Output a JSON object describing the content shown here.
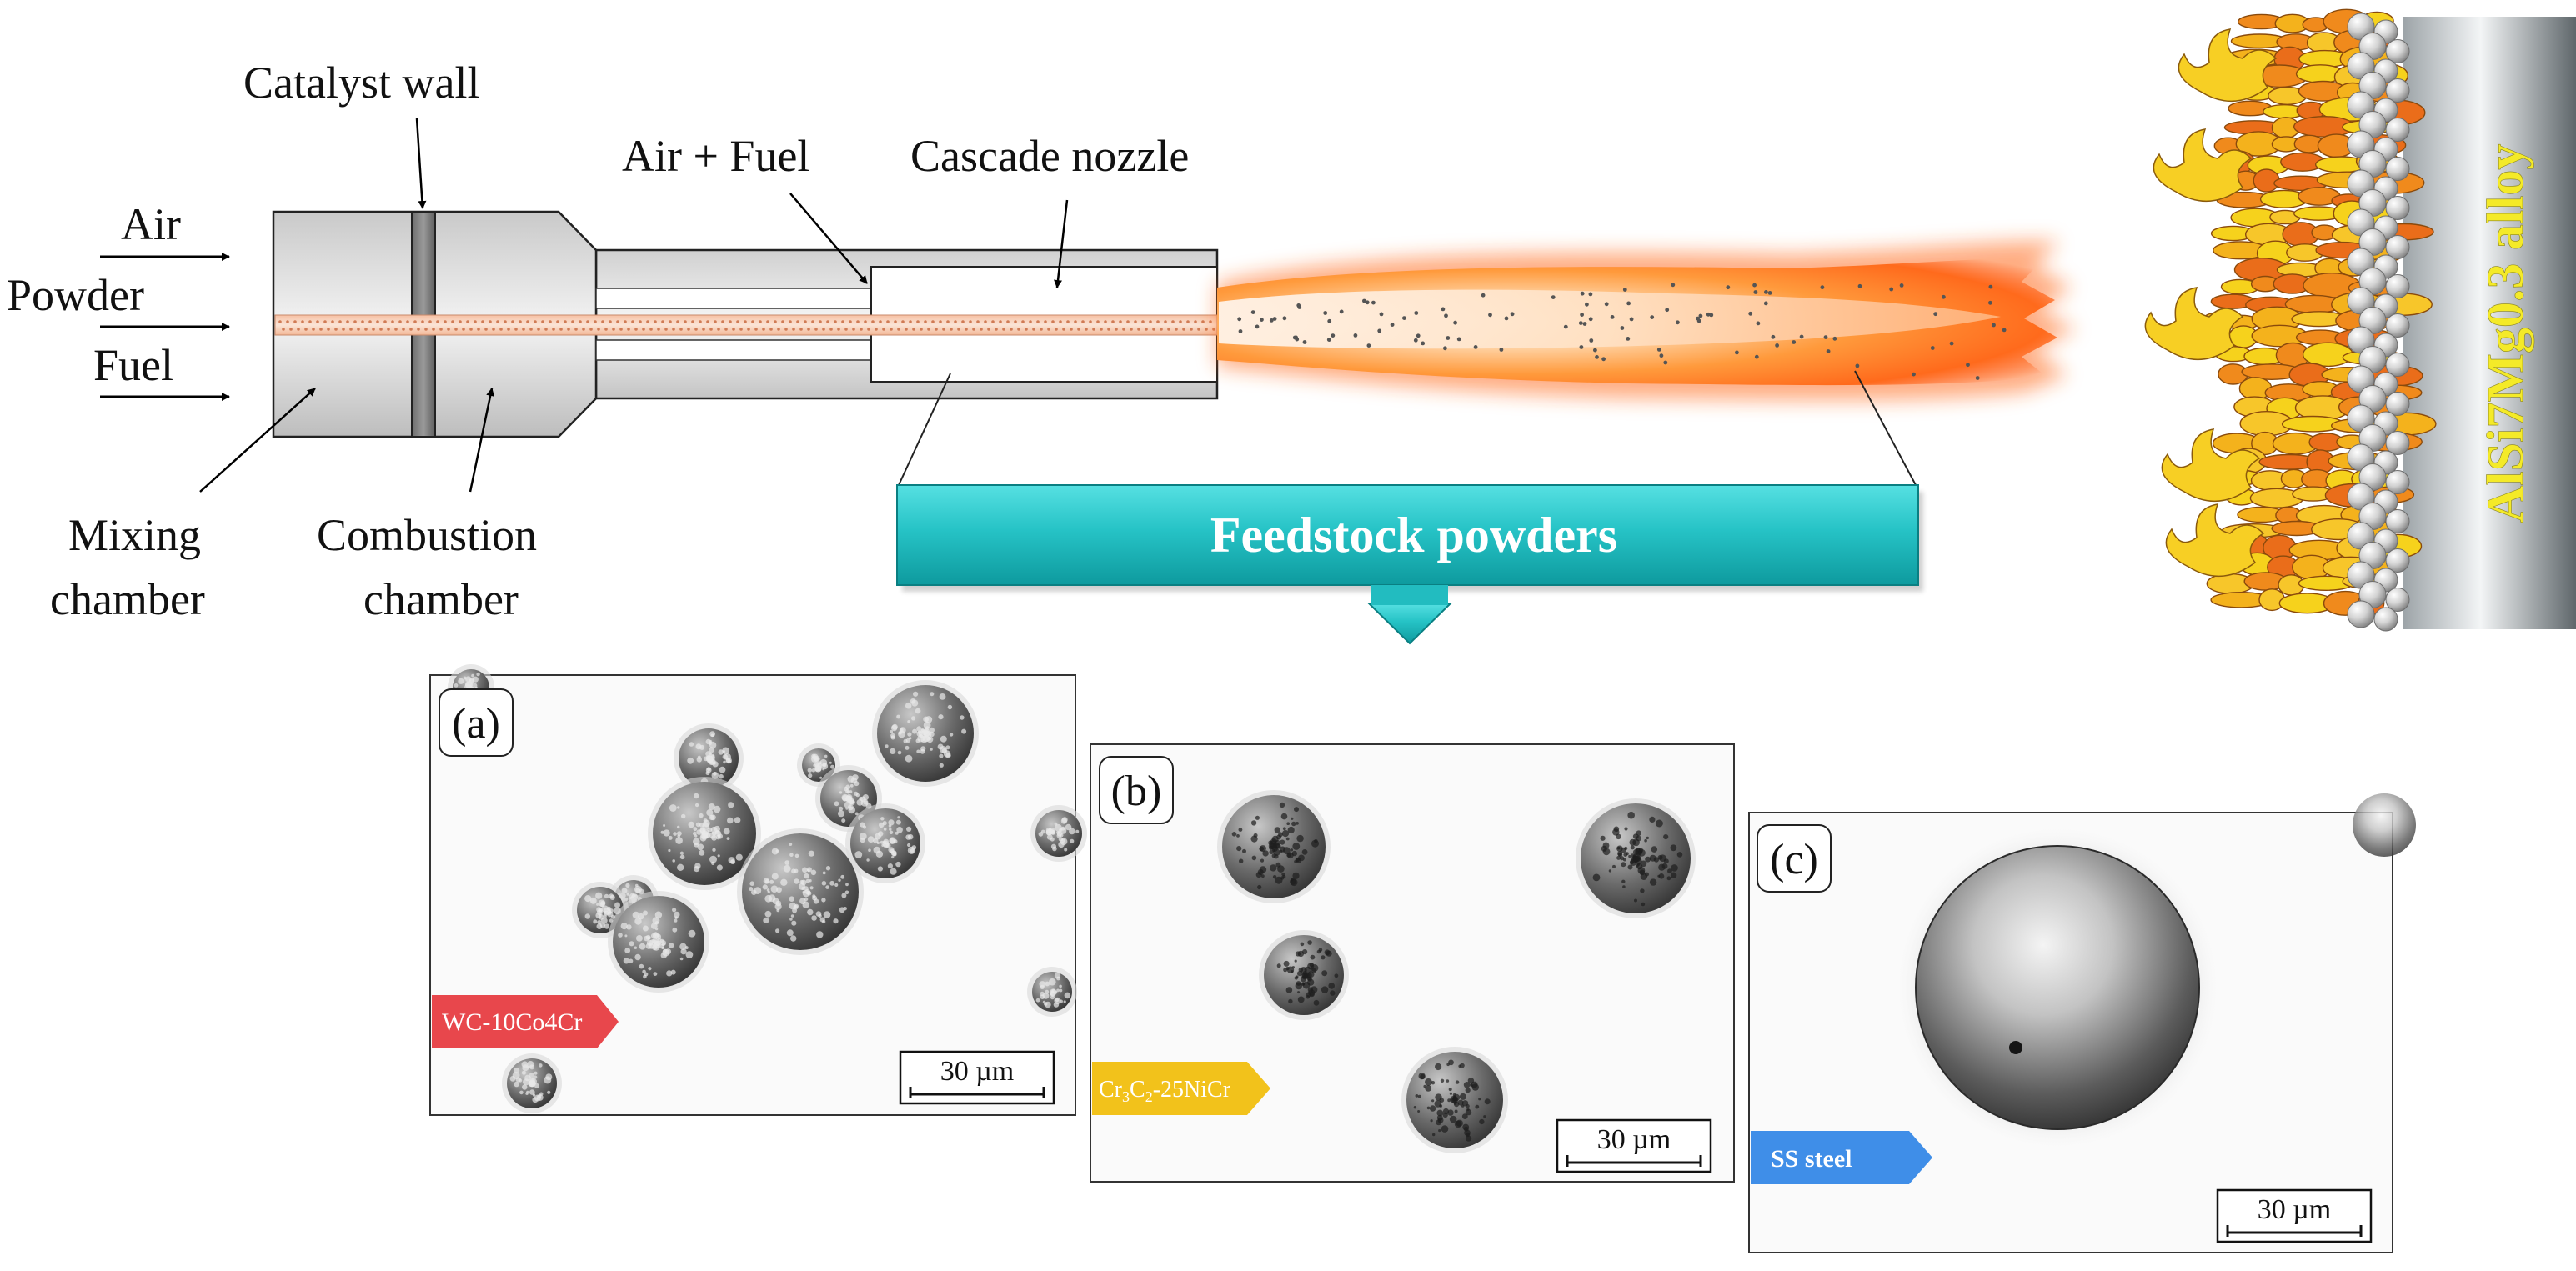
{
  "schematic": {
    "inputs": [
      "Air",
      "Powder",
      "Fuel"
    ],
    "catalyst_wall": "Catalyst wall",
    "air_fuel": "Air + Fuel",
    "cascade_nozzle": "Cascade nozzle",
    "mixing_chamber": [
      "Mixing",
      "chamber"
    ],
    "combustion_chamber": [
      "Combustion",
      "chamber"
    ]
  },
  "feedstock_banner": "Feedstock powders",
  "substrate_label": "AlSi7Mg0.3 alloy",
  "panels": [
    {
      "tag": "(a)",
      "powder": "WC-10Co4Cr",
      "tag_color": "#e8474c",
      "scale": "30 µm"
    },
    {
      "tag": "(b)",
      "powder_prefix": "Cr",
      "powder_sub1": "3",
      "powder_mid": "C",
      "powder_sub2": "2",
      "powder_suffix": "-25NiCr",
      "tag_color": "#f2c21b",
      "scale": "30 µm"
    },
    {
      "tag": "(c)",
      "powder": "SS steel",
      "tag_color": "#3f8ee8",
      "scale": "30 µm"
    }
  ],
  "colors": {
    "banner_top": "#45d6d8",
    "banner_bottom": "#0f9ea2",
    "flame_core": "#ff7a1e",
    "coating_yellow": "#f6d21c",
    "coating_orange": "#f08a1c",
    "substrate_text": "#f4ea28"
  }
}
